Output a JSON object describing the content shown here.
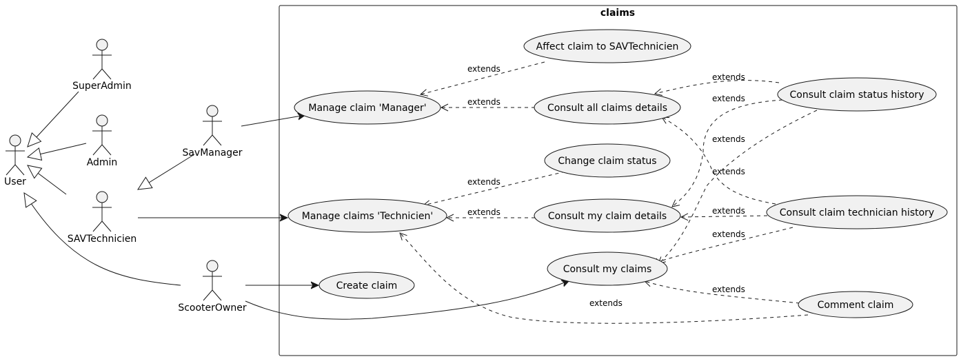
{
  "system": {
    "title": "claims"
  },
  "actors": {
    "user": "User",
    "superadmin": "SuperAdmin",
    "admin": "Admin",
    "savmanager": "SavManager",
    "savtechnicien": "SAVTechnicien",
    "scooterowner": "ScooterOwner"
  },
  "usecases": {
    "affect_claim": "Affect claim to SAVTechnicien",
    "manage_claim_manager": "Manage claim 'Manager'",
    "consult_all_claims": "Consult all claims details",
    "consult_status_history": "Consult claim status history",
    "change_status": "Change claim status",
    "manage_claims_technicien": "Manage claims 'Technicien'",
    "consult_my_claim_details": "Consult my claim details",
    "consult_technician_history": "Consult claim technician history",
    "consult_my_claims": "Consult my claims",
    "create_claim": "Create claim",
    "comment_claim": "Comment claim"
  },
  "relations": {
    "extends": "extends"
  },
  "colors": {
    "ellipse_fill": "#f1f1f1",
    "stroke": "#181818"
  }
}
